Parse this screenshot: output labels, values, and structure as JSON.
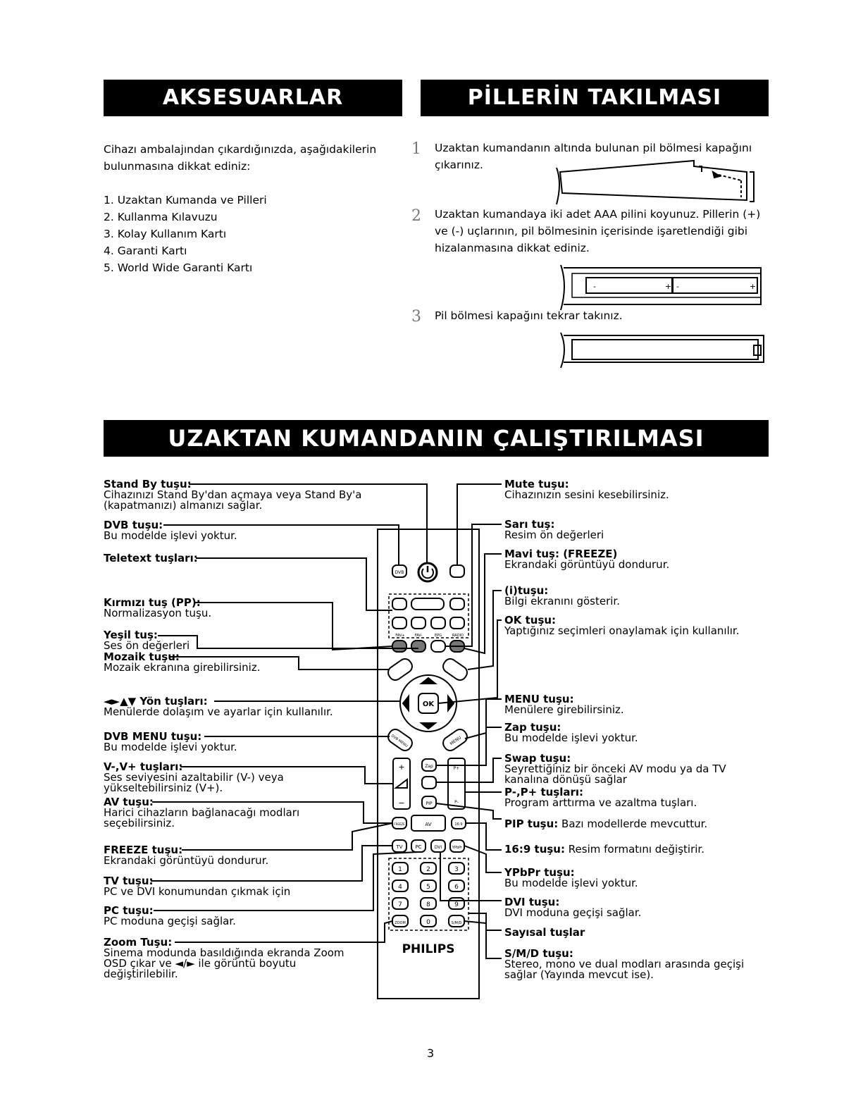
{
  "accessories": {
    "title": "AKSESUARLAR",
    "intro": "Cihazı ambalajından çıkardığınızda, aşağıdakilerin bulunmasına dikkat ediniz:",
    "items": [
      "1. Uzaktan Kumanda ve Pilleri",
      "2. Kullanma Kılavuzu",
      "3. Kolay Kullanım Kartı",
      "4. Garanti Kartı",
      "5. World Wide Garanti  Kartı"
    ]
  },
  "batteries": {
    "title": "PİLLERİN TAKILMASI",
    "steps": [
      {
        "num": "1",
        "text": "Uzaktan kumandanın altında bulunan pil bölmesi kapağını çıkarınız."
      },
      {
        "num": "2",
        "text": "Uzaktan kumandaya iki adet AAA pilini  koyunuz. Pillerin (+) ve (-) uçlarının, pil bölmesinin içerisinde işaretlendiği gibi hizalanmasına dikkat ediniz."
      },
      {
        "num": "3",
        "text": "Pil bölmesi kapağını tekrar takınız."
      }
    ]
  },
  "remote_section": {
    "title": "UZAKTAN KUMANDANIN ÇALIŞTIRILMASI",
    "brand": "PHILIPS",
    "left_labels": [
      {
        "title": "Stand By tuşu:",
        "desc": "Cihazınızı Stand By'dan açmaya veya Stand By'a (kapatmanızı) almanızı sağlar."
      },
      {
        "title": "DVB tuşu:",
        "desc": "Bu modelde işlevi yoktur."
      },
      {
        "title": "Teletext tuşları:",
        "desc": ""
      },
      {
        "title": "Kırmızı tuş (PP):",
        "desc": "Normalizasyon tuşu."
      },
      {
        "title": "Yeşil tuş:",
        "desc": "Ses ön değerleri"
      },
      {
        "title": "Mozaik tuşu:",
        "desc": "Mozaik ekranına girebilirsiniz."
      },
      {
        "title": "◄►▲▼ Yön tuşları:",
        "desc": "Menülerde dolaşım ve ayarlar için kullanılır."
      },
      {
        "title": "DVB MENU tuşu:",
        "desc": "Bu modelde işlevi yoktur."
      },
      {
        "title": "V-,V+ tuşları:",
        "desc": "Ses seviyesini azaltabilir (V-) veya yükseltebilirsiniz (V+)."
      },
      {
        "title": "AV tuşu:",
        "desc": "Harici cihazların bağlanacağı modları seçebilirsiniz."
      },
      {
        "title": "FREEZE tuşu:",
        "desc": "Ekrandaki görüntüyü dondurur."
      },
      {
        "title": "TV tuşu:",
        "desc": "PC ve DVI konumundan çıkmak için"
      },
      {
        "title": "PC tuşu:",
        "desc": "PC moduna geçişi sağlar."
      },
      {
        "title": "Zoom Tuşu:",
        "desc": "Sinema modunda basıldığında ekranda Zoom OSD çıkar ve ◄/► ile görüntü boyutu değiştirilebilir."
      }
    ],
    "right_labels": [
      {
        "title": "Mute tuşu:",
        "desc": "Cihazınızın sesini kesebilirsiniz."
      },
      {
        "title": "Sarı tuş:",
        "desc": "Resim ön değerleri"
      },
      {
        "title": "Mavi tuş: (FREEZE)",
        "desc": "Ekrandaki görüntüyü dondurur."
      },
      {
        "title": "(i)tuşu:",
        "desc": "Bilgi ekranını gösterir."
      },
      {
        "title": "OK tuşu:",
        "desc": "Yaptığınız seçimleri onaylamak için kullanılır."
      },
      {
        "title": "MENU tuşu:",
        "desc": "Menülere girebilirsiniz."
      },
      {
        "title": "Zap tuşu:",
        "desc": "Bu modelde işlevi yoktur."
      },
      {
        "title": "Swap tuşu:",
        "desc": "Seyrettiğiniz bir önceki AV modu ya da TV kanalına dönüşü sağlar"
      },
      {
        "title": "P-,P+ tuşları:",
        "desc": "Program arttırma ve azaltma tuşları."
      },
      {
        "title": "PIP tuşu:",
        "desc": "Bazı modellerde mevcuttur."
      },
      {
        "title": "16:9 tuşu:",
        "desc": "Resim formatını değiştirir."
      },
      {
        "title": "YPbPr tuşu:",
        "desc": "Bu modelde işlevi yoktur."
      },
      {
        "title": "DVI tuşu:",
        "desc": "DVI moduna geçişi sağlar."
      },
      {
        "title": "Sayısal tuşlar",
        "desc": ""
      },
      {
        "title": "S/M/D tuşu:",
        "desc": "Stereo, mono ve dual modları arasında geçişi sağlar (Yayında mevcut ise)."
      }
    ],
    "remote_keys": {
      "dvb": "DVB",
      "ok": "OK",
      "fav_plus": "FAV+",
      "fav_minus": "FAV-",
      "epg": "EPG",
      "radio": "RADIO",
      "zap": "Zap",
      "pip": "PIP",
      "p_plus": "P+",
      "p_minus": "P-",
      "av": "AV",
      "freeze": "FREEZE",
      "ratio": "16:9",
      "tv": "TV",
      "pc": "PC",
      "dvi": "DVI",
      "ypbpr": "YPbPr",
      "zoom": "ZOOM",
      "smd": "S/M/D",
      "menu": "MENU",
      "dvb_menu": "DVB MENU",
      "vol_plus": "+",
      "vol_minus": "−",
      "digits": [
        "1",
        "2",
        "3",
        "4",
        "5",
        "6",
        "7",
        "8",
        "9",
        "0"
      ]
    }
  },
  "page_number": "3"
}
